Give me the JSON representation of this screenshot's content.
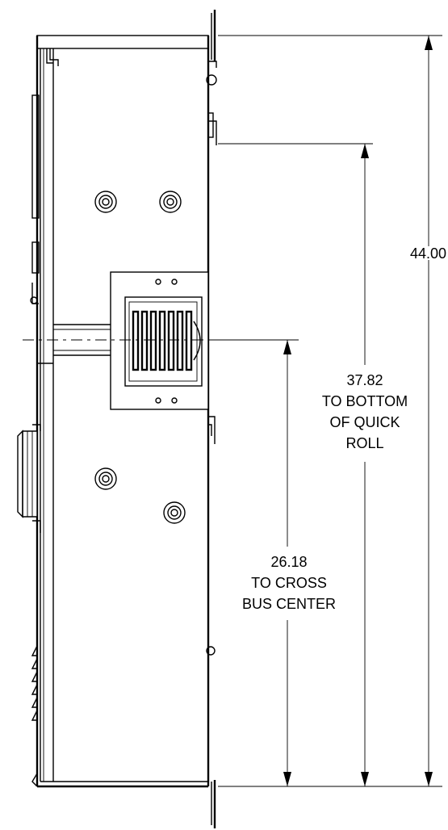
{
  "dimensions": {
    "overall": {
      "value": "44.00"
    },
    "quick_roll": {
      "value": "37.82",
      "line1": "TO BOTTOM",
      "line2": "OF QUICK",
      "line3": "ROLL"
    },
    "cross_bus": {
      "value": "26.18",
      "line1": "TO CROSS",
      "line2": "BUS CENTER"
    }
  }
}
